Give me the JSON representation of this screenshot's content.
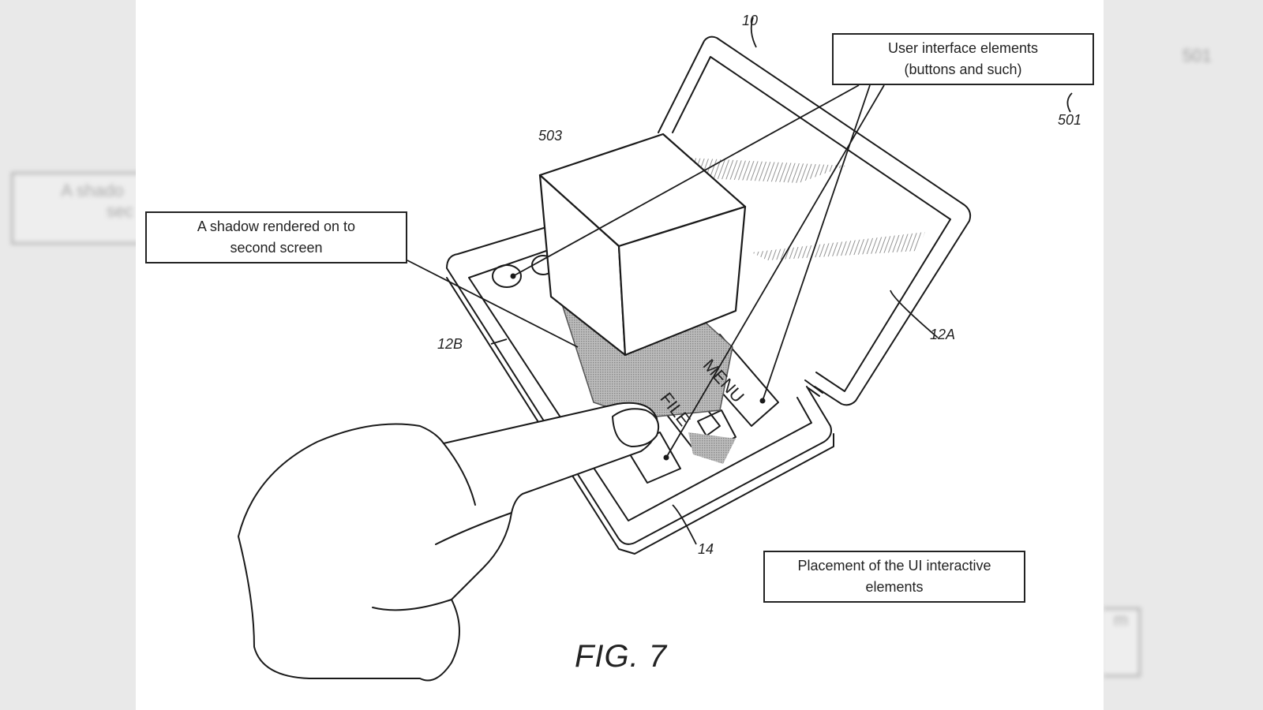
{
  "figure": {
    "caption": "FIG. 7",
    "callouts": {
      "ui_elements": [
        "User interface elements",
        "(buttons and such)"
      ],
      "shadow": [
        "A shadow rendered on to",
        "second screen"
      ],
      "placement": [
        "Placement of the UI interactive",
        "elements"
      ]
    },
    "refs": {
      "device": "10",
      "callout": "501",
      "cube": "503",
      "screen_a": "12A",
      "screen_b": "12B",
      "panel": "14"
    },
    "button_labels": {
      "menu": "MENU",
      "file": "FILE"
    }
  },
  "background": {
    "left_box_text": [
      "A shado",
      "sec"
    ],
    "right_label": "501",
    "right_box_text": "m"
  }
}
